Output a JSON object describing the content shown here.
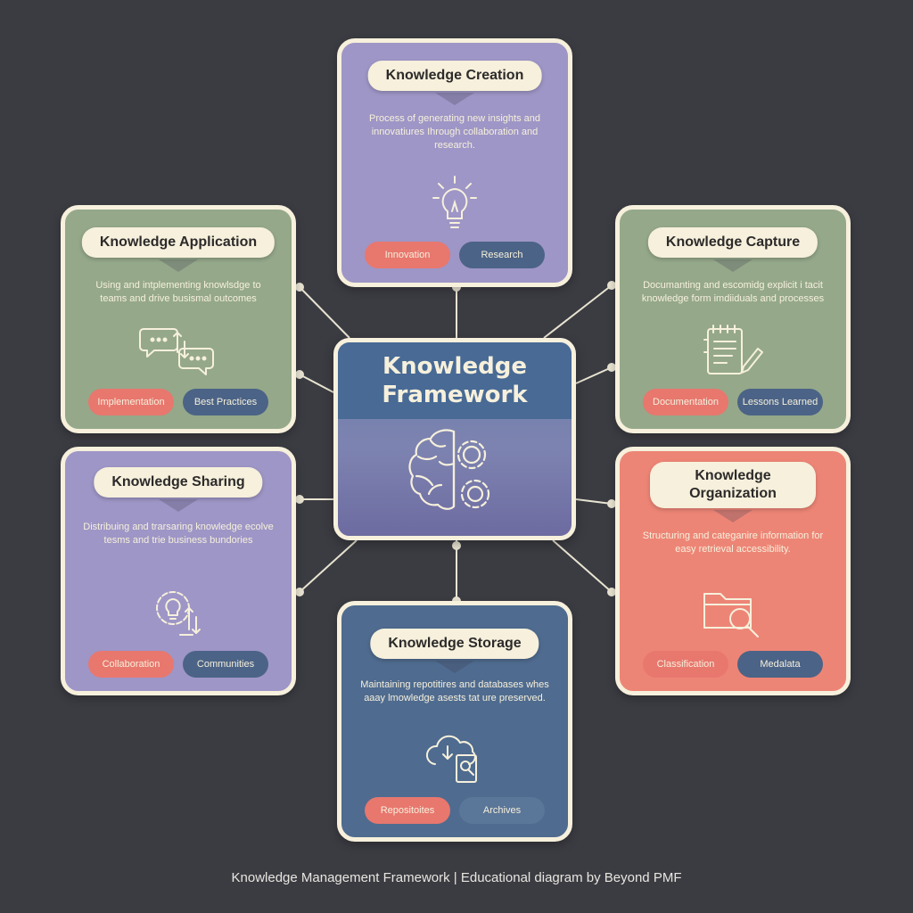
{
  "center": {
    "title": "Knowledge Framework",
    "icon": "brain-gears-icon"
  },
  "cards": {
    "creation": {
      "title": "Knowledge Creation",
      "description": "Process of generating new insights and innovatiures Ihrough collaboration and research.",
      "icon": "lightbulb-icon",
      "tags": [
        "Innovation",
        "Research"
      ]
    },
    "application": {
      "title": "Knowledge Application",
      "description": "Using and intplementing knowlsdge to teams and drive busismal outcomes",
      "icon": "chat-bubbles-icon",
      "tags": [
        "Implementation",
        "Best Practices"
      ]
    },
    "capture": {
      "title": "Knowledge Capture",
      "description": "Documanting and escomidg explicit i tacit knowledge form imdiiduals and processes",
      "icon": "notepad-pencil-icon",
      "tags": [
        "Documentation",
        "Lessons Learned"
      ]
    },
    "sharing": {
      "title": "Knowledge Sharing",
      "description": "Distribuing and trarsaring knowledge ecolve tesms and trie business bundories",
      "icon": "gear-bulb-icon",
      "tags": [
        "Collaboration",
        "Communities"
      ]
    },
    "organization": {
      "title": "Knowledge Organization",
      "description": "Structuring and categanire information for easy retrieval accessibility.",
      "icon": "folder-search-icon",
      "tags": [
        "Classification",
        "Medalata"
      ]
    },
    "storage": {
      "title": "Knowledge Storage",
      "description": "Maintaining repotitires and databases whes aaay lmowledge asests tat ure preserved.",
      "icon": "cloud-repository-icon",
      "tags": [
        "Repositoites",
        "Archives"
      ]
    }
  },
  "caption": "Knowledge Management Framework | Educational diagram by Beyond PMF",
  "colors": {
    "background": "#3b3c42",
    "card_border": "#f6f0dc",
    "purple": "#9e96c6",
    "green": "#95a88a",
    "coral": "#ed8576",
    "blue": "#4f6b8f",
    "tag_coral": "#e8776e",
    "tag_navy": "#4b6386"
  }
}
